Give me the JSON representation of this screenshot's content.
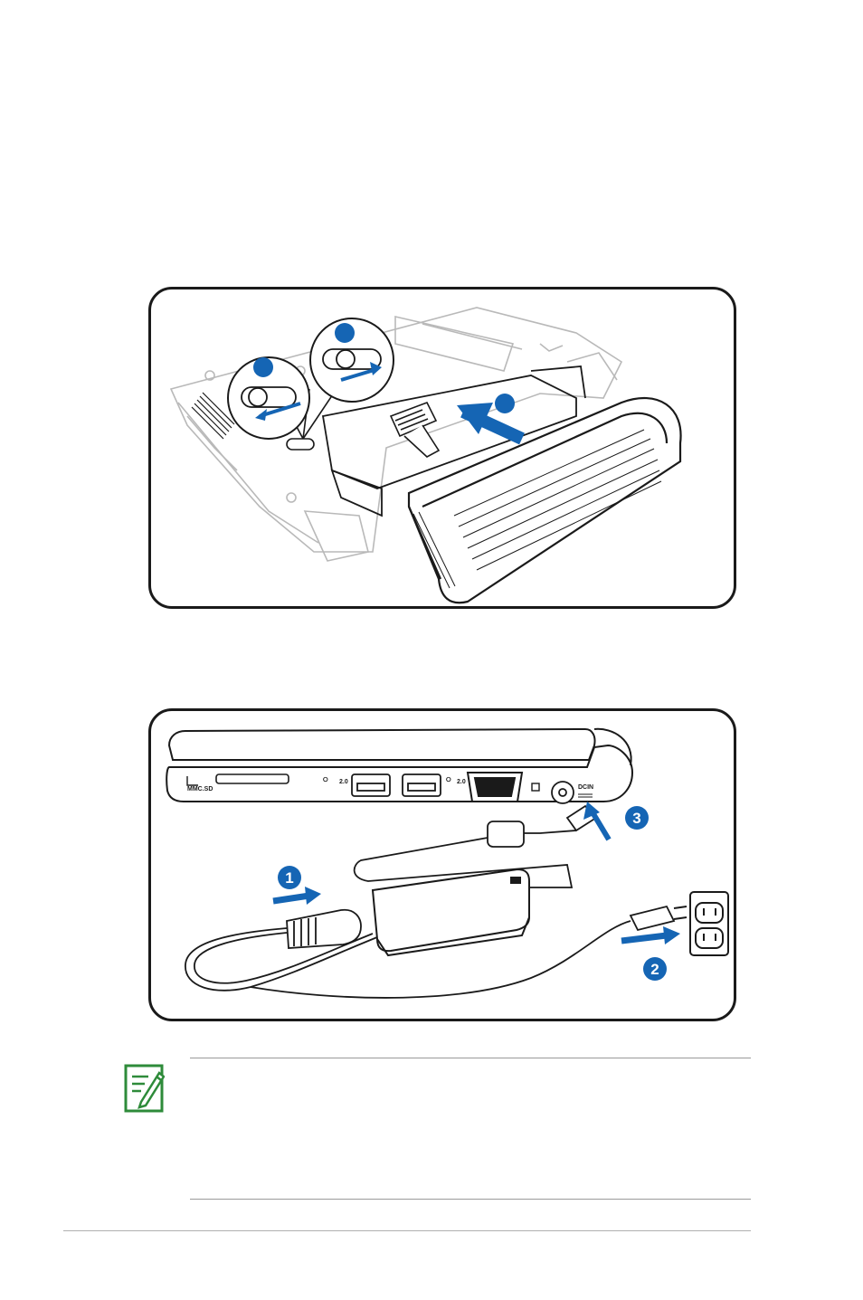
{
  "figures": {
    "battery": {
      "steps": [
        "",
        "",
        ""
      ]
    },
    "power": {
      "steps": [
        "1",
        "2",
        "3"
      ],
      "port_labels": {
        "card_reader": "MMC.SD",
        "usb_left": "2.0",
        "usb_right": "2.0",
        "dc_in": "DCIN"
      }
    }
  },
  "colors": {
    "accent_blue": "#1565b4",
    "note_green": "#2e8b3a",
    "outline": "#1a1a1a",
    "light_outline": "#b9b9b9"
  },
  "icons": {
    "note": "note-pencil-icon"
  }
}
